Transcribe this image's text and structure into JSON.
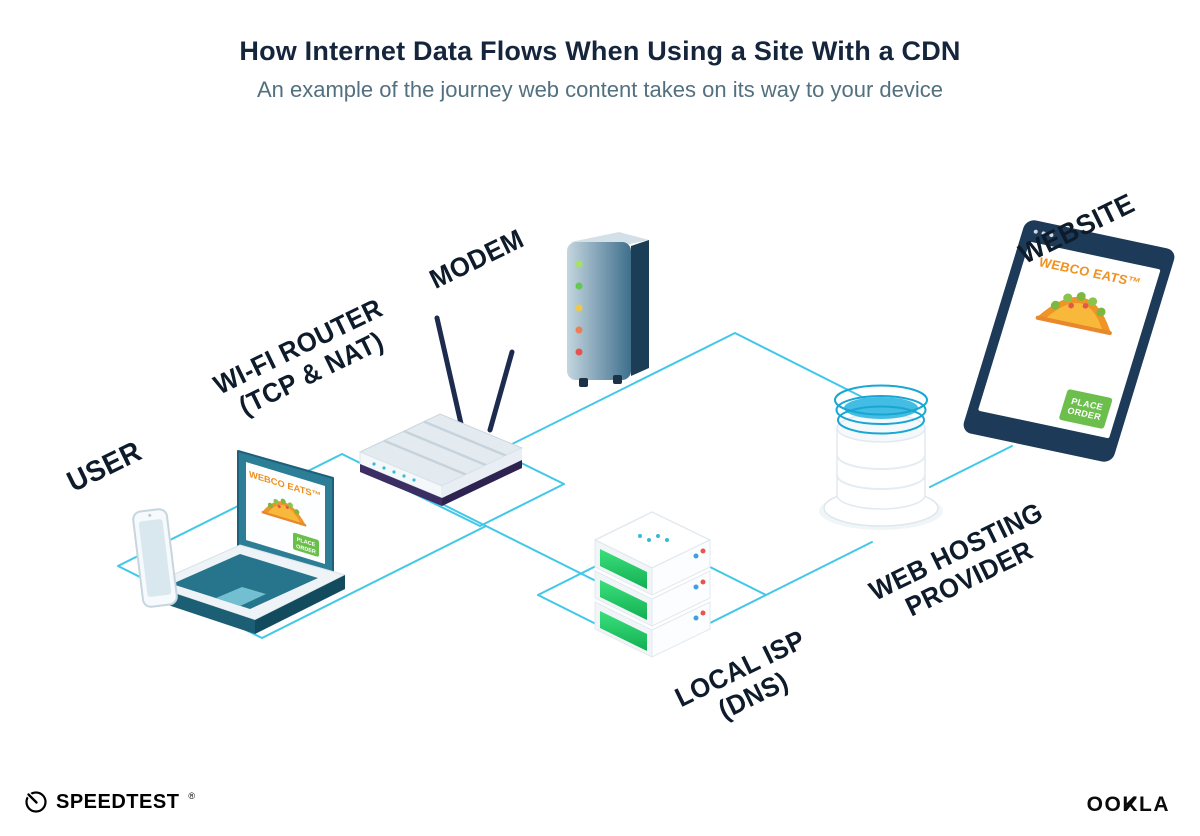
{
  "header": {
    "title": "How Internet Data Flows When Using a Site With a CDN",
    "subtitle": "An example of the journey web content takes on its way to your device"
  },
  "nodes": {
    "user": {
      "line1": "USER"
    },
    "router": {
      "line1": "WI-FI ROUTER",
      "line2": "(TCP & NAT)"
    },
    "modem": {
      "line1": "MODEM"
    },
    "isp": {
      "line1": "LOCAL ISP",
      "line2": "(DNS)"
    },
    "hosting": {
      "line1": "WEB HOSTING",
      "line2": "PROVIDER"
    },
    "website": {
      "line1": "WEBSITE"
    }
  },
  "webco": {
    "brand": "WEBCO EATS™",
    "cta_line1": "PLACE",
    "cta_line2": "ORDER"
  },
  "footer": {
    "speedtest": "SPEEDTEST",
    "speedtest_mark": "®",
    "ookla": "OOKLA"
  },
  "colors": {
    "connection_line": "#41c7e8",
    "teal_device": "#2c7e96",
    "navy_frame": "#1d3b58",
    "brand_orange": "#f0911f",
    "cta_green": "#6cbf4c",
    "server_green": "#2bd46a",
    "router_base_purple": "#3c2d63",
    "title_navy": "#15263c",
    "subtitle_gray": "#52707f"
  }
}
